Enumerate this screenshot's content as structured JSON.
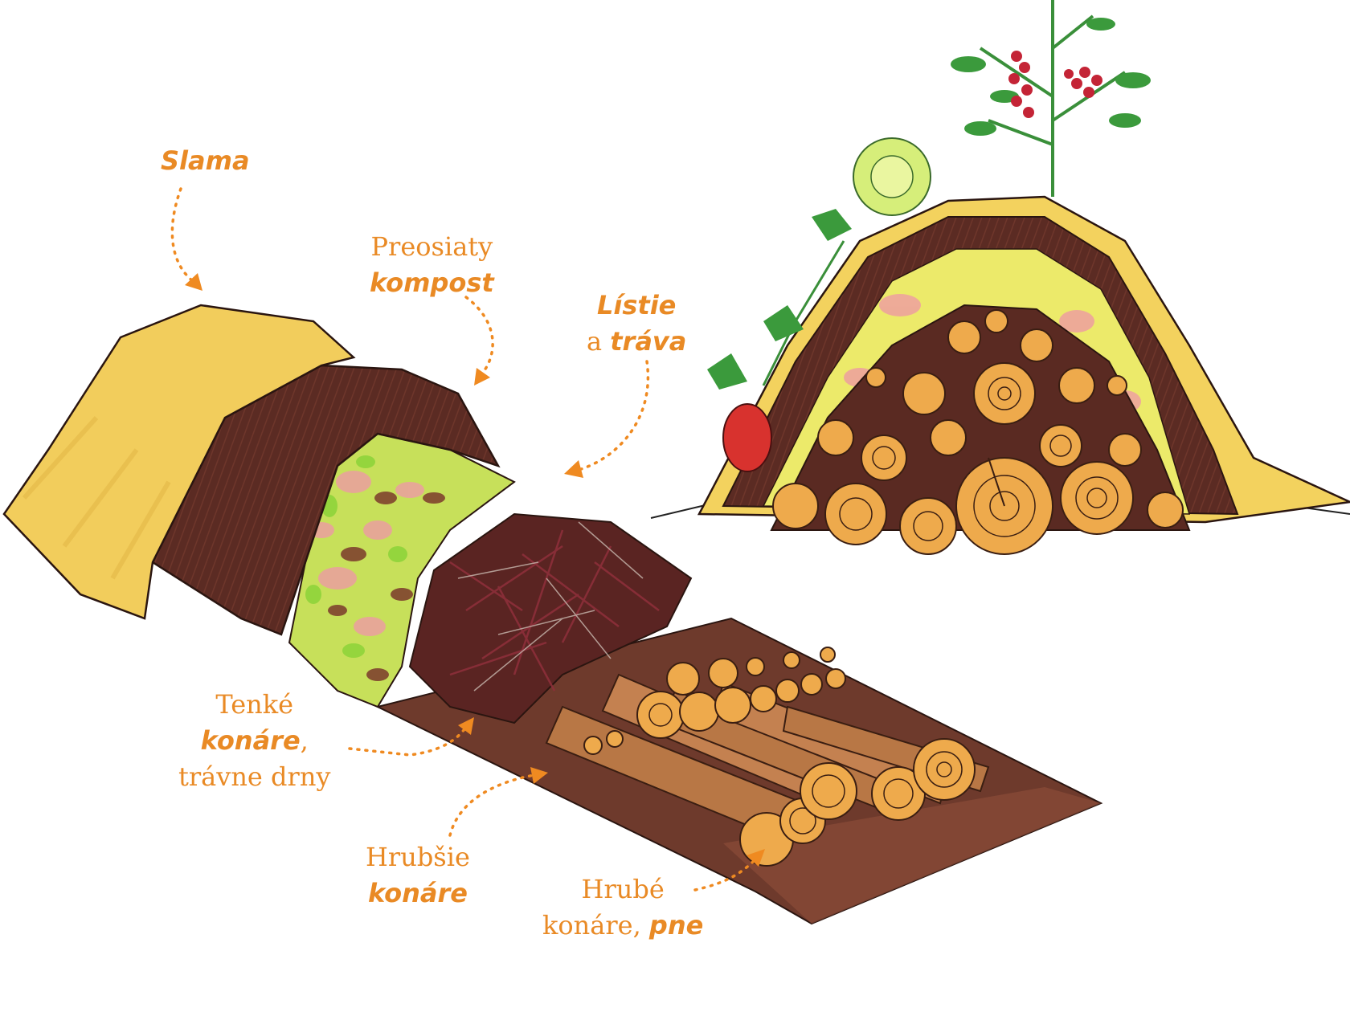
{
  "labels": {
    "slama": {
      "bold": "Slama"
    },
    "kompost": {
      "line1": "Preosiaty",
      "bold": "kompost"
    },
    "listie": {
      "bold1": "Lístie",
      "plain": "a ",
      "bold2": "tráva"
    },
    "tenke": {
      "line1": "Tenké",
      "bold": "konáre",
      "suffix": ",",
      "line3": "trávne drny"
    },
    "hrubsie": {
      "line1": "Hrubšie",
      "bold": "konáre"
    },
    "hrube": {
      "line1": "Hrubé",
      "plain": "konáre, ",
      "bold": "pne"
    }
  },
  "colors": {
    "label": "#e98a25",
    "straw": "#f2cd5c",
    "soil": "#5a2a22",
    "wood": "#e6a24a",
    "leaves": "#a8d84a",
    "pink": "#e8a09a",
    "plant_green": "#3b9a3c",
    "tomato_red": "#d8322e",
    "cabbage": "#d6ee7a"
  }
}
